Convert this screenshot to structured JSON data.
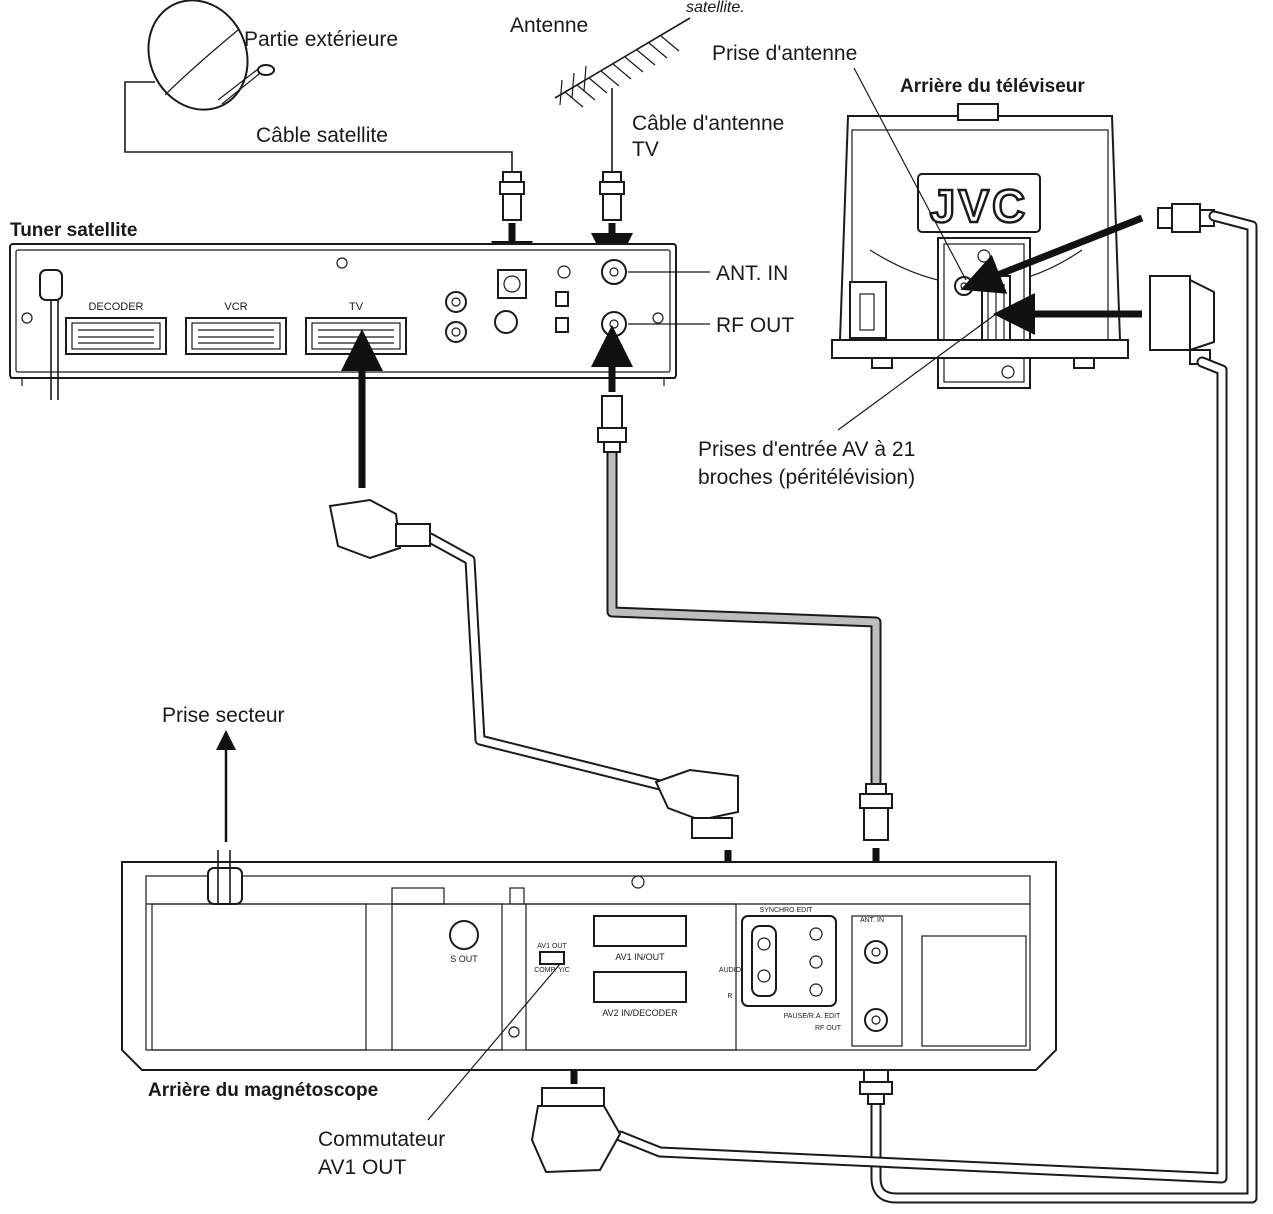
{
  "labels": {
    "outdoor_unit": "Partie extérieure",
    "antenna": "Antenne",
    "top_note": "satellite.",
    "antenna_socket": "Prise d'antenne",
    "tv_rear_title": "Arrière du téléviseur",
    "satellite_cable": "Câble satellite",
    "tv_antenna_cable_line1": "Câble d'antenne",
    "tv_antenna_cable_line2": "TV",
    "satellite_tuner_title": "Tuner satellite",
    "ant_in": "ANT. IN",
    "rf_out": "RF OUT",
    "av_inputs_line1": "Prises d'entrée AV à 21",
    "av_inputs_line2": "broches (péritélévision)",
    "mains_socket": "Prise secteur",
    "vcr_rear_title": "Arrière du magnétoscope",
    "switch_line1": "Commutateur",
    "switch_line2": "AV1 OUT",
    "tv_logo": "JVC"
  },
  "tuner_panel": {
    "decoder": "DECODER",
    "vcr": "VCR",
    "tv": "TV"
  },
  "vcr_panel": {
    "s_out": "S OUT",
    "av1_out": "AV1 OUT",
    "comp_yc": "COMP. Y/C",
    "av1_inout": "AV1 IN/OUT",
    "av2_indecoder": "AV2 IN/DECODER",
    "synchro_edit": "SYNCHRO EDIT",
    "pause_ra_edit": "PAUSE/R.A. EDIT",
    "ant_in_small": "ANT. IN",
    "rf_out_small": "RF OUT",
    "audio_small": "AUDIO",
    "r_small": "R"
  }
}
